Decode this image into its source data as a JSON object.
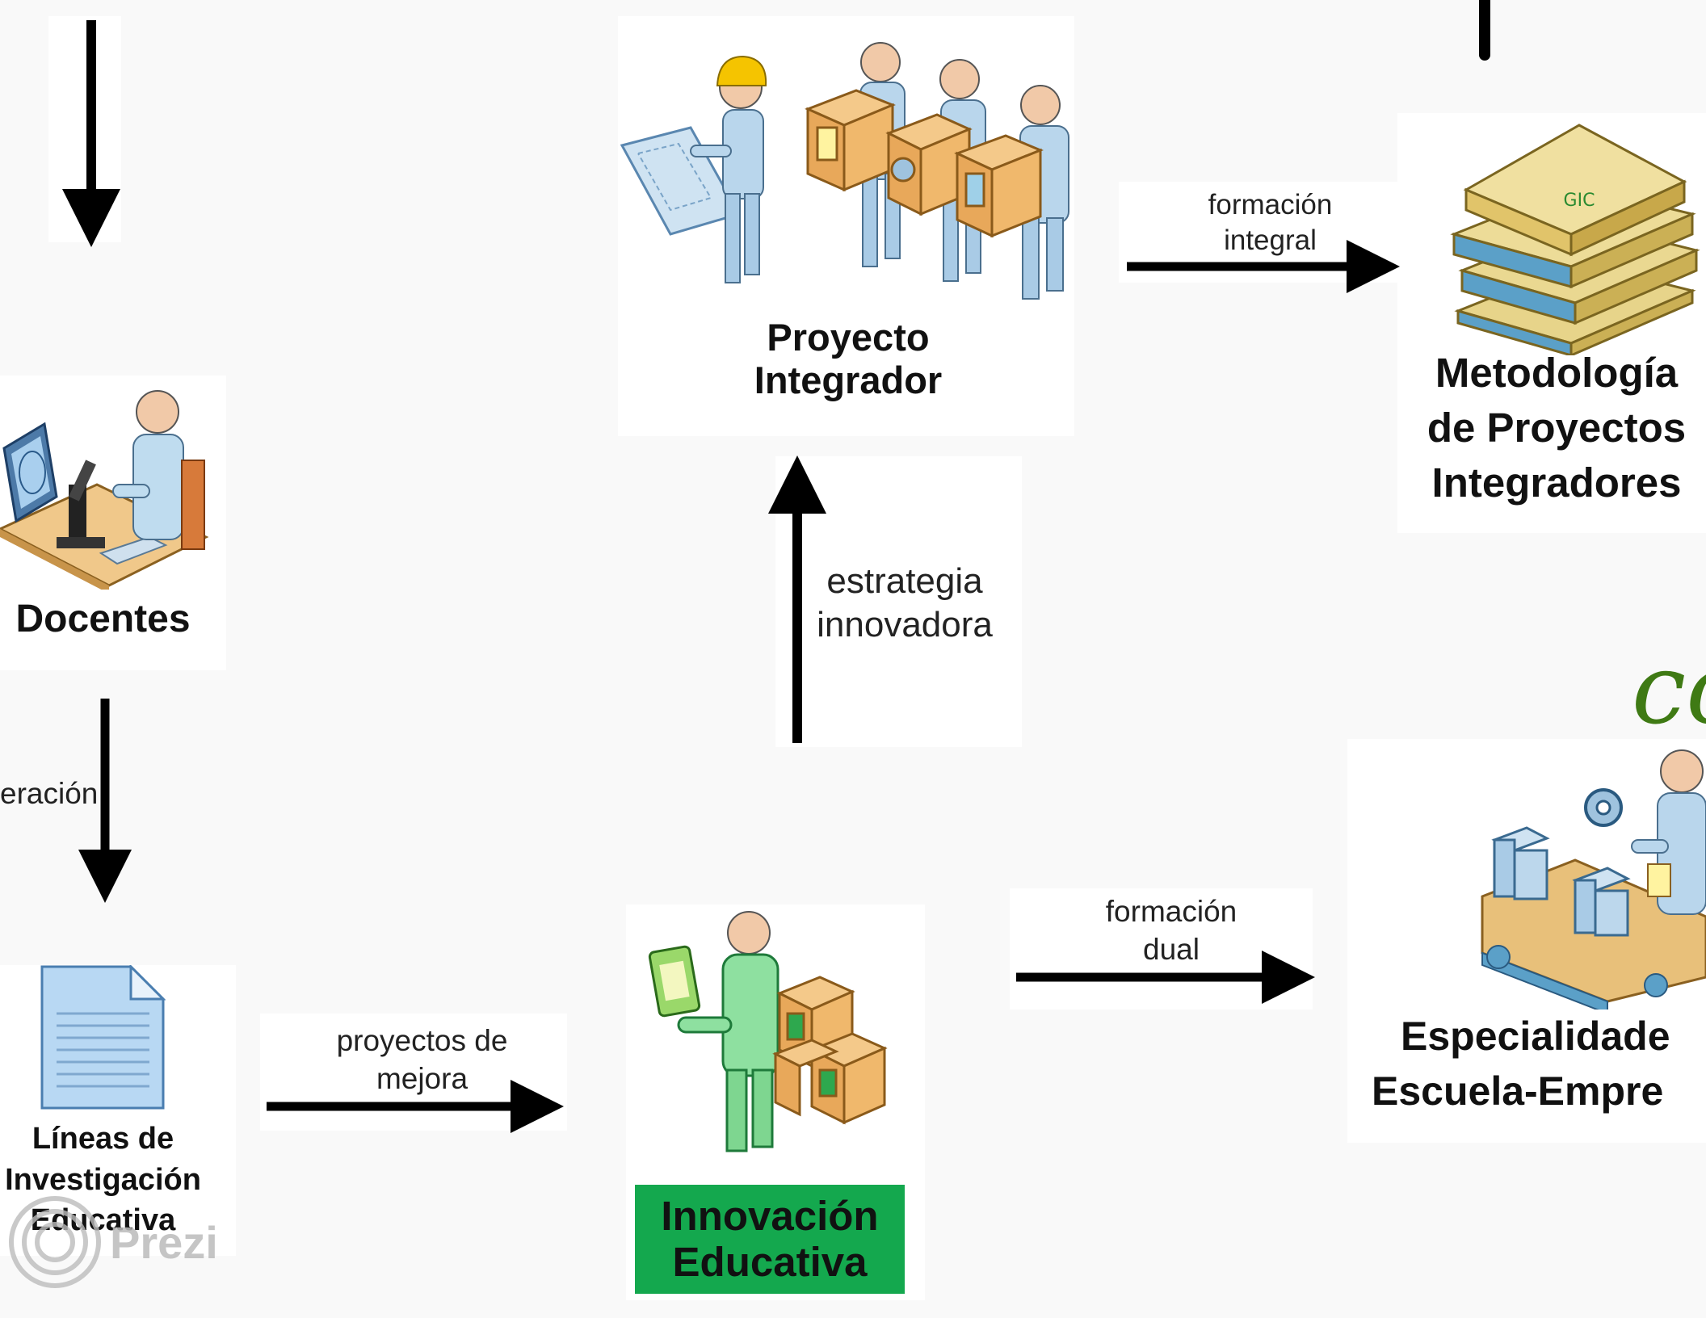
{
  "nodes": {
    "proyecto": {
      "title": [
        "Proyecto",
        "Integrador"
      ]
    },
    "metodologia": {
      "title": [
        "Metodología",
        "de Proyectos",
        "Integradores"
      ],
      "book_text": "GIC"
    },
    "docentes": {
      "title": [
        "Docentes"
      ]
    },
    "lineas": {
      "title": [
        "Líneas de",
        "Investigación",
        "Educativa"
      ]
    },
    "innovacion": {
      "title": [
        "Innovación",
        "Educativa"
      ],
      "color": "#14a84e"
    },
    "especialidades": {
      "title": [
        "Especialidade",
        "Escuela-Empre"
      ]
    }
  },
  "edges": {
    "formacion_integral": [
      "formación",
      "integral"
    ],
    "estrategia_innovadora": [
      "estrategia",
      "innovadora"
    ],
    "formacion_dual": [
      "formación",
      "dual"
    ],
    "proyectos_mejora": [
      "proyectos de",
      "mejora"
    ],
    "cooperacion": [
      "eración"
    ]
  },
  "decor": {
    "script_letter": "co",
    "watermark": "Prezi"
  }
}
